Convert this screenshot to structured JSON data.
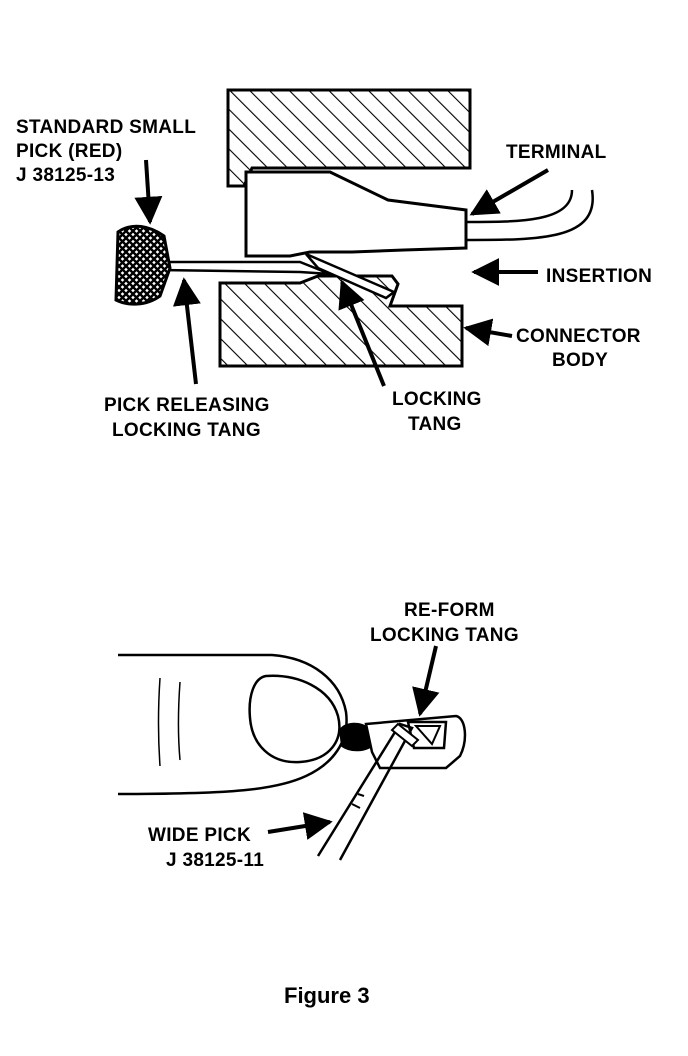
{
  "figure": {
    "caption": "Figure 3"
  },
  "top_diagram": {
    "labels": {
      "pick_line1": "STANDARD SMALL",
      "pick_line2": "PICK (RED)",
      "pick_line3": "J 38125-13",
      "terminal": "TERMINAL",
      "insertion": "INSERTION",
      "connector_line1": "CONNECTOR",
      "connector_line2": "BODY",
      "pick_releasing_line1": "PICK RELEASING",
      "pick_releasing_line2": "LOCKING TANG",
      "locking_tang_line1": "LOCKING",
      "locking_tang_line2": "TANG"
    }
  },
  "bottom_diagram": {
    "labels": {
      "reform_line1": "RE-FORM",
      "reform_line2": "LOCKING TANG",
      "wide_pick_line1": "WIDE PICK",
      "wide_pick_line2": "J 38125-11"
    }
  }
}
